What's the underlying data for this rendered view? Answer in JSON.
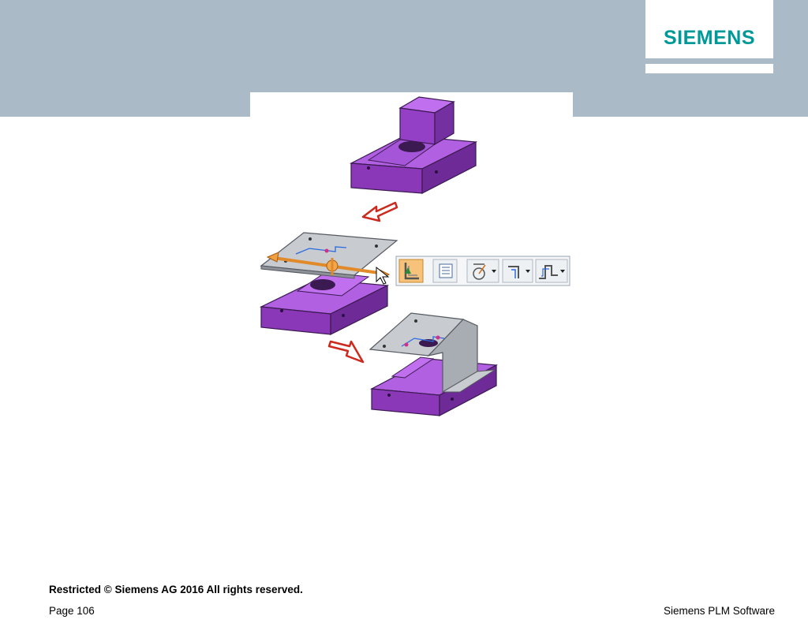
{
  "header": {
    "background_color": "#aabac7",
    "logo_text": "SIEMENS",
    "logo_color": "#009999"
  },
  "figure": {
    "part_color": "#9b3fc8",
    "sheet_color": "#c8cbcf",
    "arrow_color": "#cc2a1e",
    "handle_color": "#f0a040",
    "toolbar_icons": [
      "flange-icon",
      "list-icon",
      "bend-radius-icon",
      "corner-relief-icon",
      "jog-icon"
    ]
  },
  "footer": {
    "copyright": "Restricted © Siemens AG 2016 All rights reserved.",
    "page": "Page 106",
    "company": "Siemens PLM Software"
  }
}
